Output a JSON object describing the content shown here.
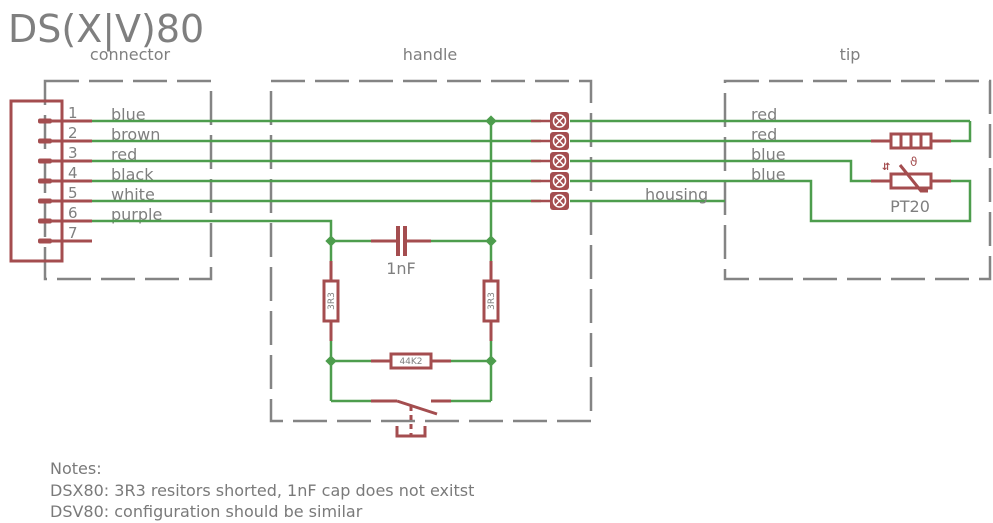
{
  "title": "DS(X|V)80",
  "blocks": {
    "connector": "connector",
    "handle": "handle",
    "tip": "tip"
  },
  "connector": {
    "pins": [
      {
        "number": "1",
        "wire": "blue"
      },
      {
        "number": "2",
        "wire": "brown"
      },
      {
        "number": "3",
        "wire": "red"
      },
      {
        "number": "4",
        "wire": "black"
      },
      {
        "number": "5",
        "wire": "white"
      },
      {
        "number": "6",
        "wire": "purple"
      },
      {
        "number": "7",
        "wire": ""
      }
    ]
  },
  "handle": {
    "capacitor": "1nF",
    "resistor_left": "3R3",
    "resistor_right": "3R3",
    "resistor_bottom": "44K2"
  },
  "tip": {
    "wire_labels": [
      "red",
      "red",
      "blue",
      "blue"
    ],
    "housing_label": "housing",
    "sensor_label": "PT20"
  },
  "notes": {
    "heading": "Notes:",
    "lines": [
      "DSX80: 3R3 resitors shorted, 1nF cap does not exitst",
      "DSV80: configuration should be similar"
    ]
  },
  "colors": {
    "wire": "#4d9d4d",
    "part": "#a44d4f",
    "frame": "#848484",
    "text": "#7f7f7f"
  }
}
